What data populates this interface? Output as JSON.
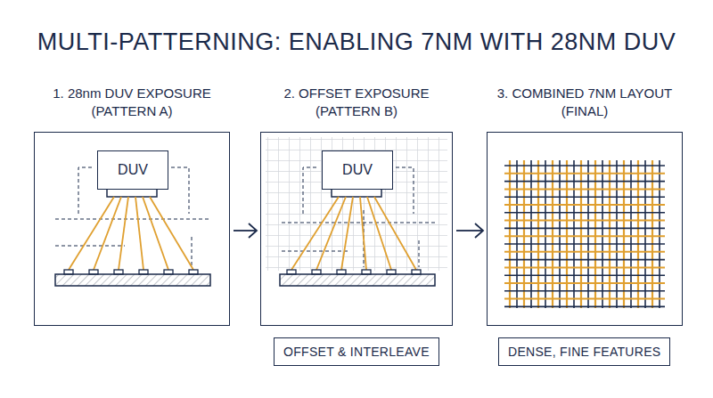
{
  "diagram": {
    "title": "MULTI-PATTERNING: ENABLING 7NM WITH 28NM DUV",
    "nodes": [
      {
        "text": [
          "1. 28nm DUV EXPOSURE (PATTERN A)"
        ]
      },
      {
        "text": [
          "DUV"
        ],
        "in": 0
      },
      {
        "text": [
          "2. OFFSET EXPOSURE (PATTERN B)"
        ]
      },
      {
        "text": [
          "DUV"
        ],
        "in": 2
      },
      {
        "text": [
          "3. COMBINED 7NM LAYOUT (FINAL)"
        ]
      },
      {
        "text": [
          "OFFSET & INTERLEAVE"
        ]
      },
      {
        "text": [
          "DENSE, FINE FEATURES"
        ]
      }
    ],
    "edges": [
      {
        "from": 0,
        "to": 2,
        "arrow": "to"
      },
      {
        "from": 2,
        "to": 4,
        "arrow": "to"
      }
    ]
  }
}
